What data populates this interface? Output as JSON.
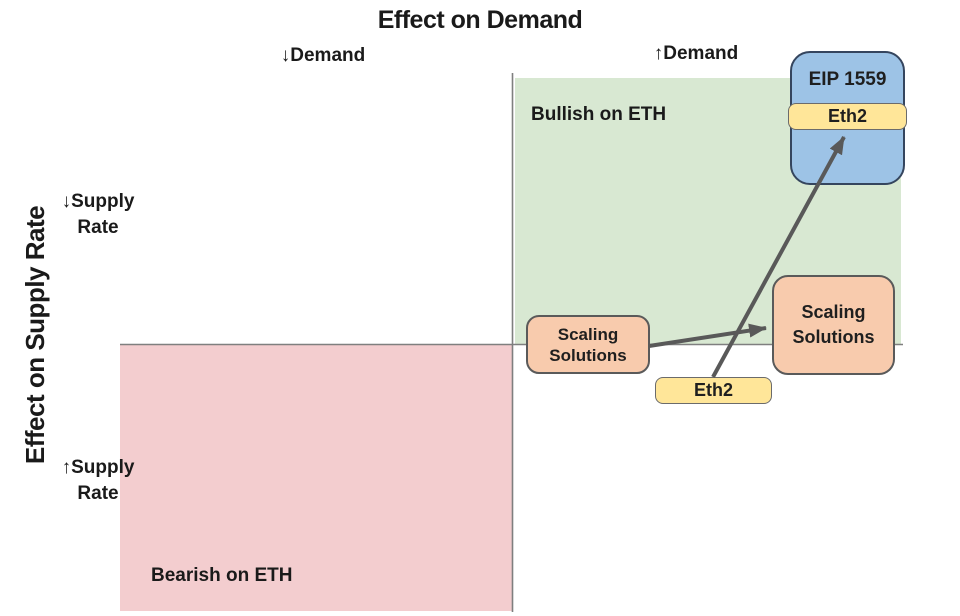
{
  "title": "Effect on Demand",
  "axes": {
    "y_axis_title": "Effect on Supply Rate",
    "demand_down": "↓Demand",
    "demand_up": "↑Demand",
    "supply_down": [
      "↓Supply",
      "Rate"
    ],
    "supply_up": [
      "↑Supply",
      "Rate"
    ]
  },
  "quadrants": {
    "bullish": {
      "label": "Bullish on ETH",
      "fill": "#d8e8d2"
    },
    "bearish": {
      "label": "Bearish on ETH",
      "fill": "#f3cdcf"
    }
  },
  "nodes": {
    "eip1559": {
      "label": "EIP 1559",
      "fill": "#9dc3e6"
    },
    "eth2_in_eip1559": {
      "label": "Eth2",
      "fill": "#ffe699"
    },
    "scaling_mid": {
      "label": "Scaling Solutions",
      "fill": "#f8cbad"
    },
    "scaling_right": {
      "label": "Scaling Solutions",
      "fill": "#f8cbad"
    },
    "eth2": {
      "label": "Eth2",
      "fill": "#ffe699"
    }
  },
  "arrows": [
    {
      "from": "scaling_mid",
      "to": "scaling_right"
    },
    {
      "from": "eth2",
      "to": "eth2_in_eip1559"
    }
  ],
  "colors": {
    "arrow": "#595959",
    "divider_line": "#7f7f7f",
    "text": "#1a1a1a"
  }
}
